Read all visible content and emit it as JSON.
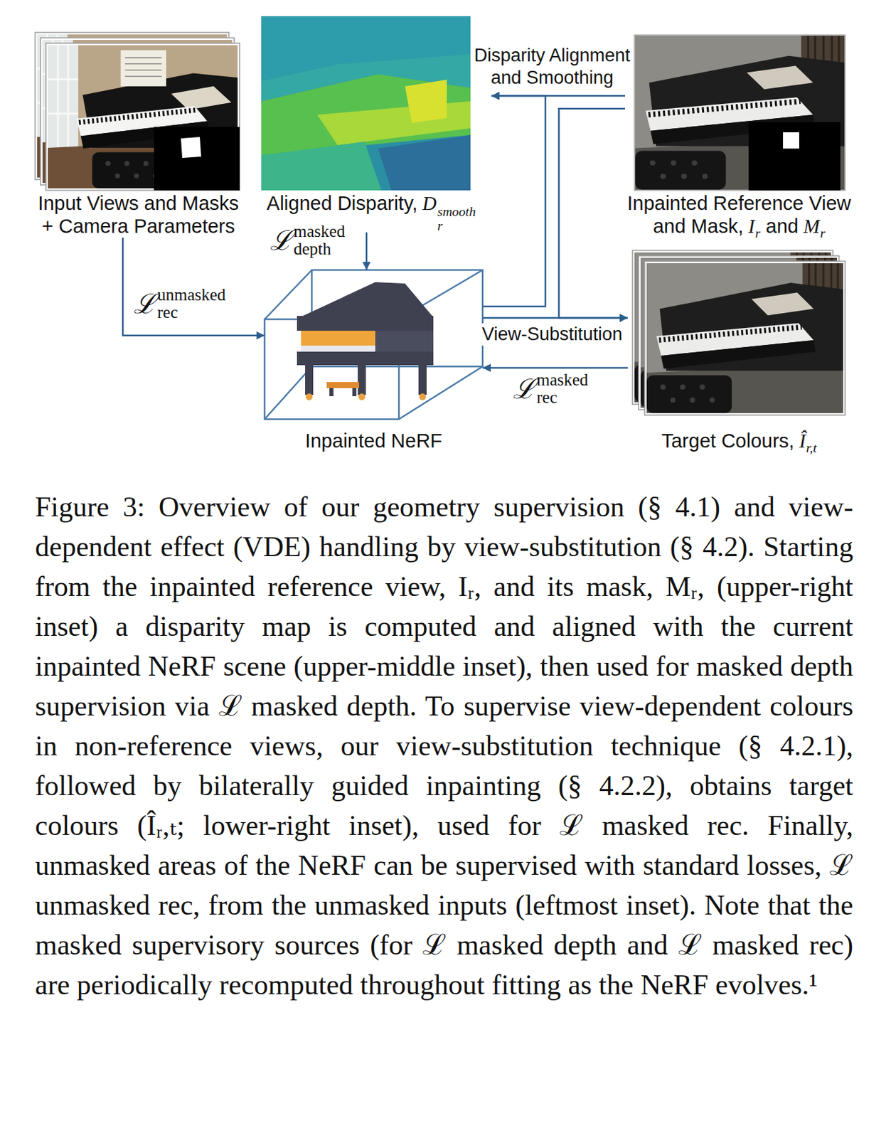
{
  "diagram": {
    "caption": "Figure 3: Overview of our geometry supervision (§ 4.1) and view-dependent effect (VDE) handling by view-substitution (§ 4.2). Starting from the inpainted reference view, Iᵣ, and its mask, Mᵣ, (upper-right inset) a disparity map is computed and aligned with the current inpainted NeRF scene (upper-middle inset), then used for masked depth supervision via ℒ masked depth. To supervise view-dependent colours in non-reference views, our view-substitution technique (§ 4.2.1), followed by bilaterally guided inpainting (§ 4.2.2), obtains target colours (Îᵣ,ₜ; lower-right inset), used for ℒ masked rec. Finally, unmasked areas of the NeRF can be supervised with standard losses, ℒ unmasked rec, from the unmasked inputs (leftmost inset). Note that the masked supervisory sources (for ℒ masked depth and ℒ masked rec) are periodically recomputed throughout fitting as the NeRF evolves.¹",
    "nodes": [
      {
        "text": [
          "Input Views and Masks + Camera Parameters"
        ]
      },
      {
        "text": [
          "Aligned Disparity,",
          "D",
          "smooth",
          "r"
        ]
      },
      {
        "text": [
          "Inpainted Reference View and Mask,",
          "I",
          "r",
          "and",
          "M",
          "r"
        ]
      },
      {
        "text": [
          "Inpainted NeRF"
        ]
      },
      {
        "text": [
          "Target Colours,",
          "Î",
          "r,t"
        ]
      }
    ],
    "edges": [
      {
        "from": 0,
        "to": 3,
        "arrow": "to",
        "label": "ℒ"
      },
      {
        "from": 2,
        "to": 1,
        "arrow": "to",
        "label": "Disparity Alignment and Smoothing"
      },
      {
        "from": 3,
        "to": 1,
        "arrow": "to"
      },
      {
        "from": 1,
        "to": 3,
        "arrow": "to",
        "label": "ℒ"
      },
      {
        "from": 3,
        "to": 4,
        "arrow": "to",
        "label": "View-Substitution"
      },
      {
        "from": 2,
        "to": 4,
        "arrow": "to"
      },
      {
        "from": 4,
        "to": 3,
        "arrow": "to",
        "label": "ℒ"
      }
    ],
    "labels": [
      "unmasked",
      "rec",
      "masked",
      "depth",
      "masked",
      "rec"
    ]
  }
}
